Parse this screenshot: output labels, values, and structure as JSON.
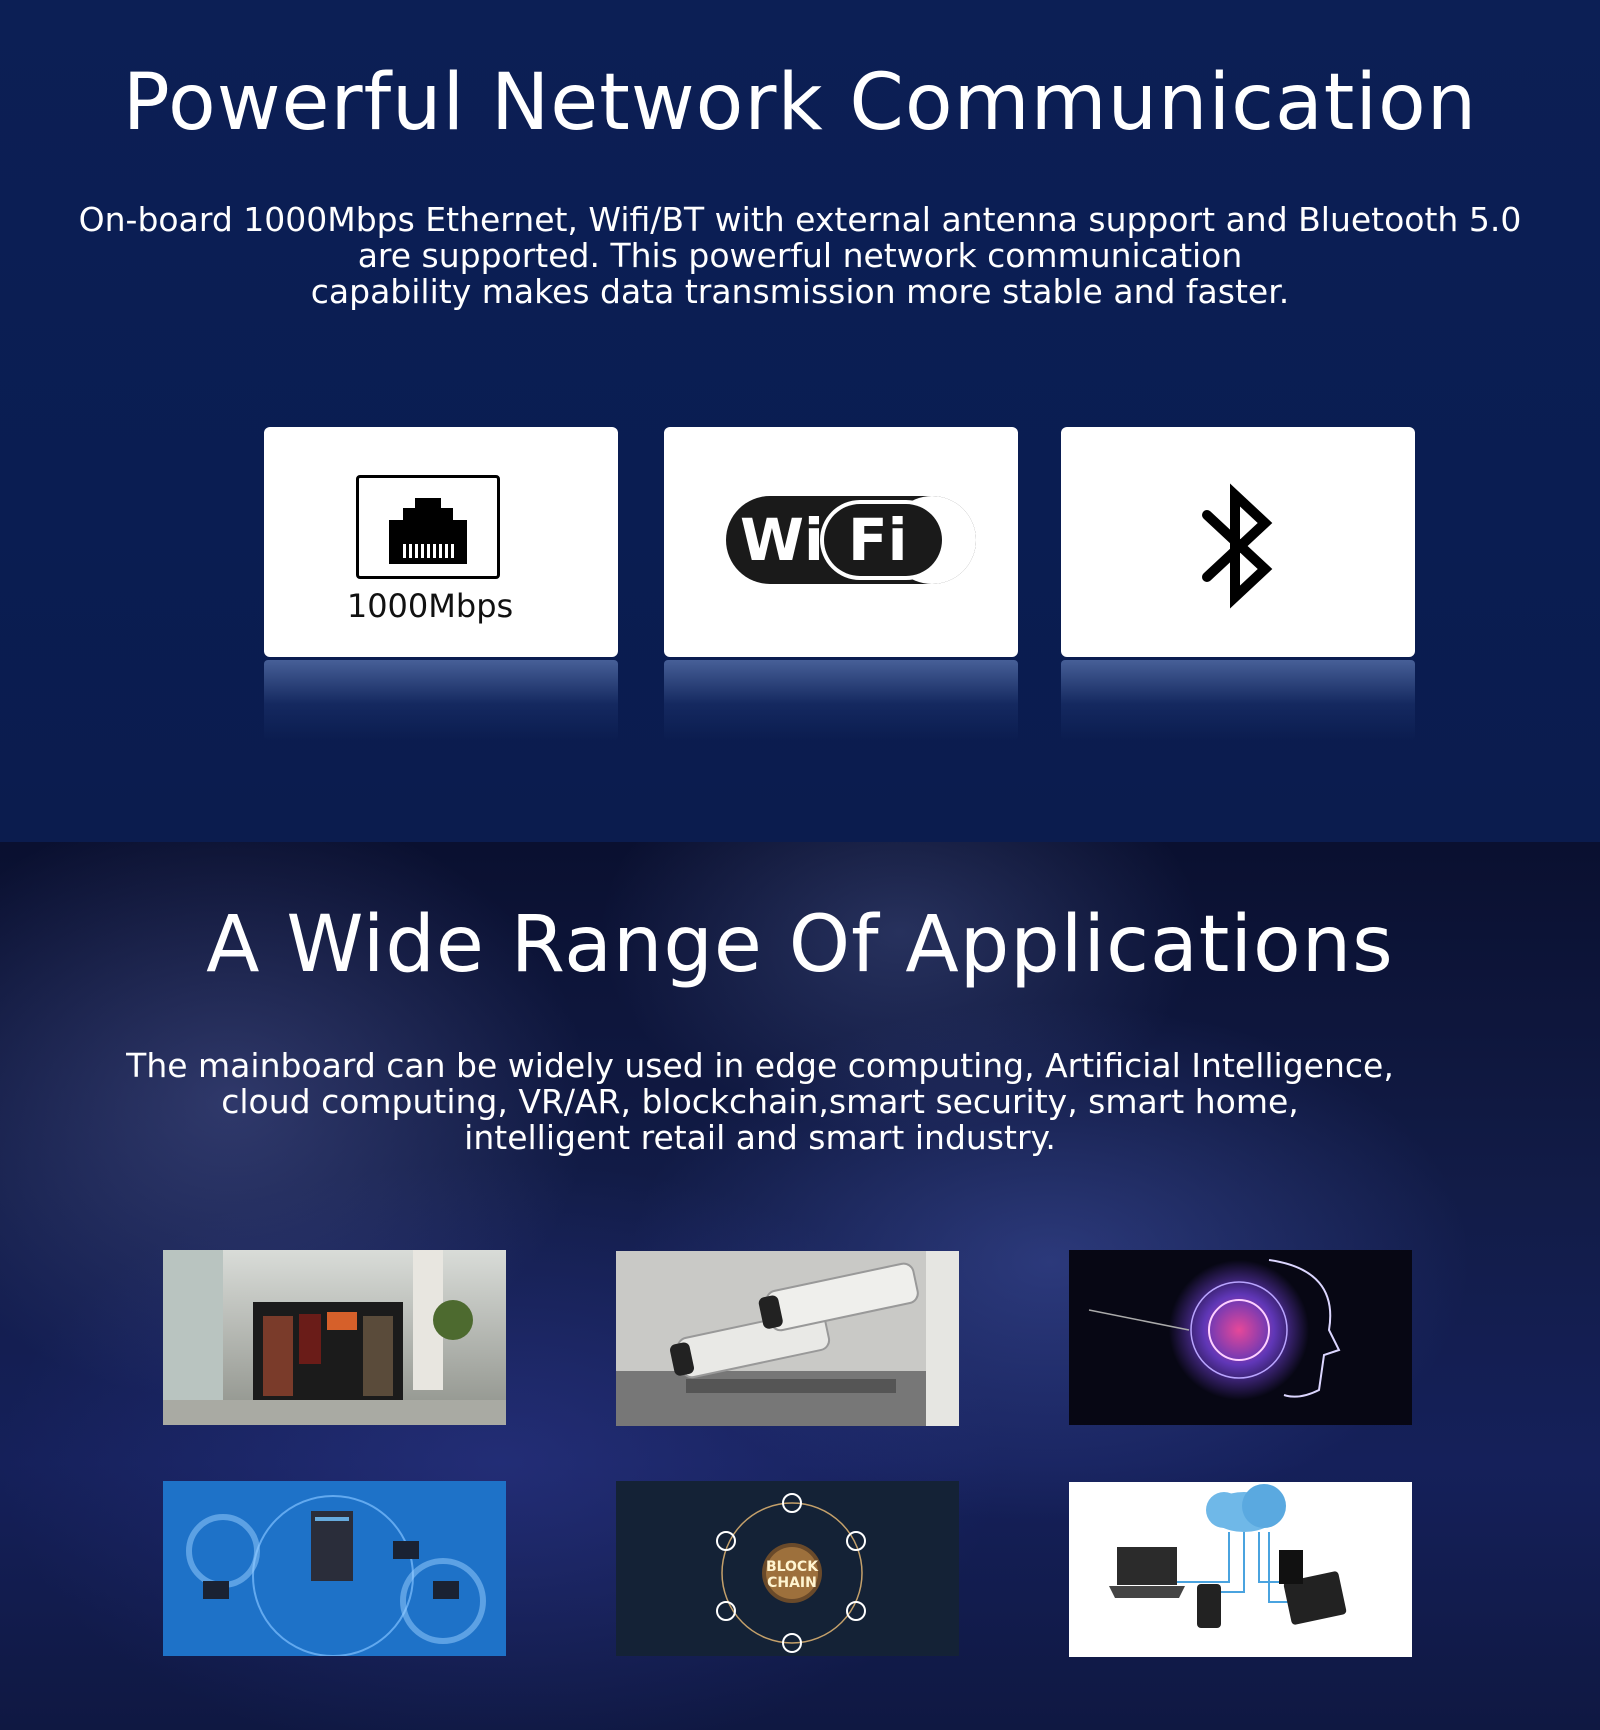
{
  "network": {
    "title": "Powerful Network Communication",
    "description_lines": [
      "On-board 1000Mbps Ethernet, Wifi/BT with external antenna support and Bluetooth 5.0",
      "are supported. This powerful network communication",
      "capability makes data transmission more stable and faster."
    ],
    "cards": [
      {
        "icon": "ethernet-port-icon",
        "label": "1000Mbps"
      },
      {
        "icon": "wifi-logo-icon",
        "logo_text_1": "Wi",
        "logo_text_2": "Fi"
      },
      {
        "icon": "bluetooth-icon"
      }
    ]
  },
  "applications": {
    "title": "A Wide Range Of Applications",
    "description_lines": [
      "The mainboard can be widely used in edge computing, Artificial Intelligence,",
      "cloud computing, VR/AR, blockchain,smart security, smart home,",
      "intelligent retail and smart industry."
    ],
    "images": [
      {
        "name": "retail-vending-kiosk"
      },
      {
        "name": "security-cameras"
      },
      {
        "name": "ai-brain-head"
      },
      {
        "name": "cloud-servers-network"
      },
      {
        "name": "blockchain-network",
        "text_1": "BLOCK",
        "text_2": "CHAIN"
      },
      {
        "name": "cloud-devices"
      }
    ]
  }
}
